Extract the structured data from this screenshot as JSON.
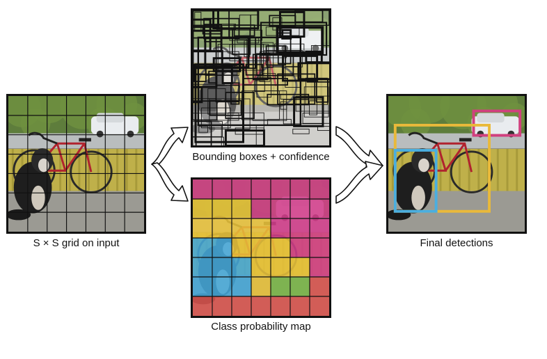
{
  "captions": {
    "input": "S × S grid on input",
    "boxes": "Bounding boxes + confidence",
    "classes": "Class probability map",
    "final": "Final detections"
  },
  "grid": {
    "rows": 7,
    "cols": 7
  },
  "class_map": [
    [
      "m",
      "m",
      "m",
      "m",
      "m",
      "m",
      "m"
    ],
    [
      "y",
      "y",
      "y",
      "m",
      "m",
      "m",
      "m"
    ],
    [
      "y",
      "y",
      "y",
      "y",
      "m",
      "m",
      "m"
    ],
    [
      "b",
      "b",
      "y",
      "y",
      "y",
      "m",
      "m"
    ],
    [
      "b",
      "b",
      "b",
      "y",
      "y",
      "y",
      "m"
    ],
    [
      "b",
      "b",
      "b",
      "y",
      "g",
      "g",
      "r"
    ],
    [
      "r",
      "r",
      "r",
      "r",
      "r",
      "r",
      "r"
    ]
  ],
  "class_colors": {
    "m": "#d23c8a",
    "y": "#e8c23a",
    "b": "#46a7d8",
    "g": "#7ab648",
    "r": "#d9544f"
  },
  "detection_colors": {
    "dog": "#4aaee0",
    "bicycle": "#e9b93a",
    "car": "#d1407e"
  }
}
